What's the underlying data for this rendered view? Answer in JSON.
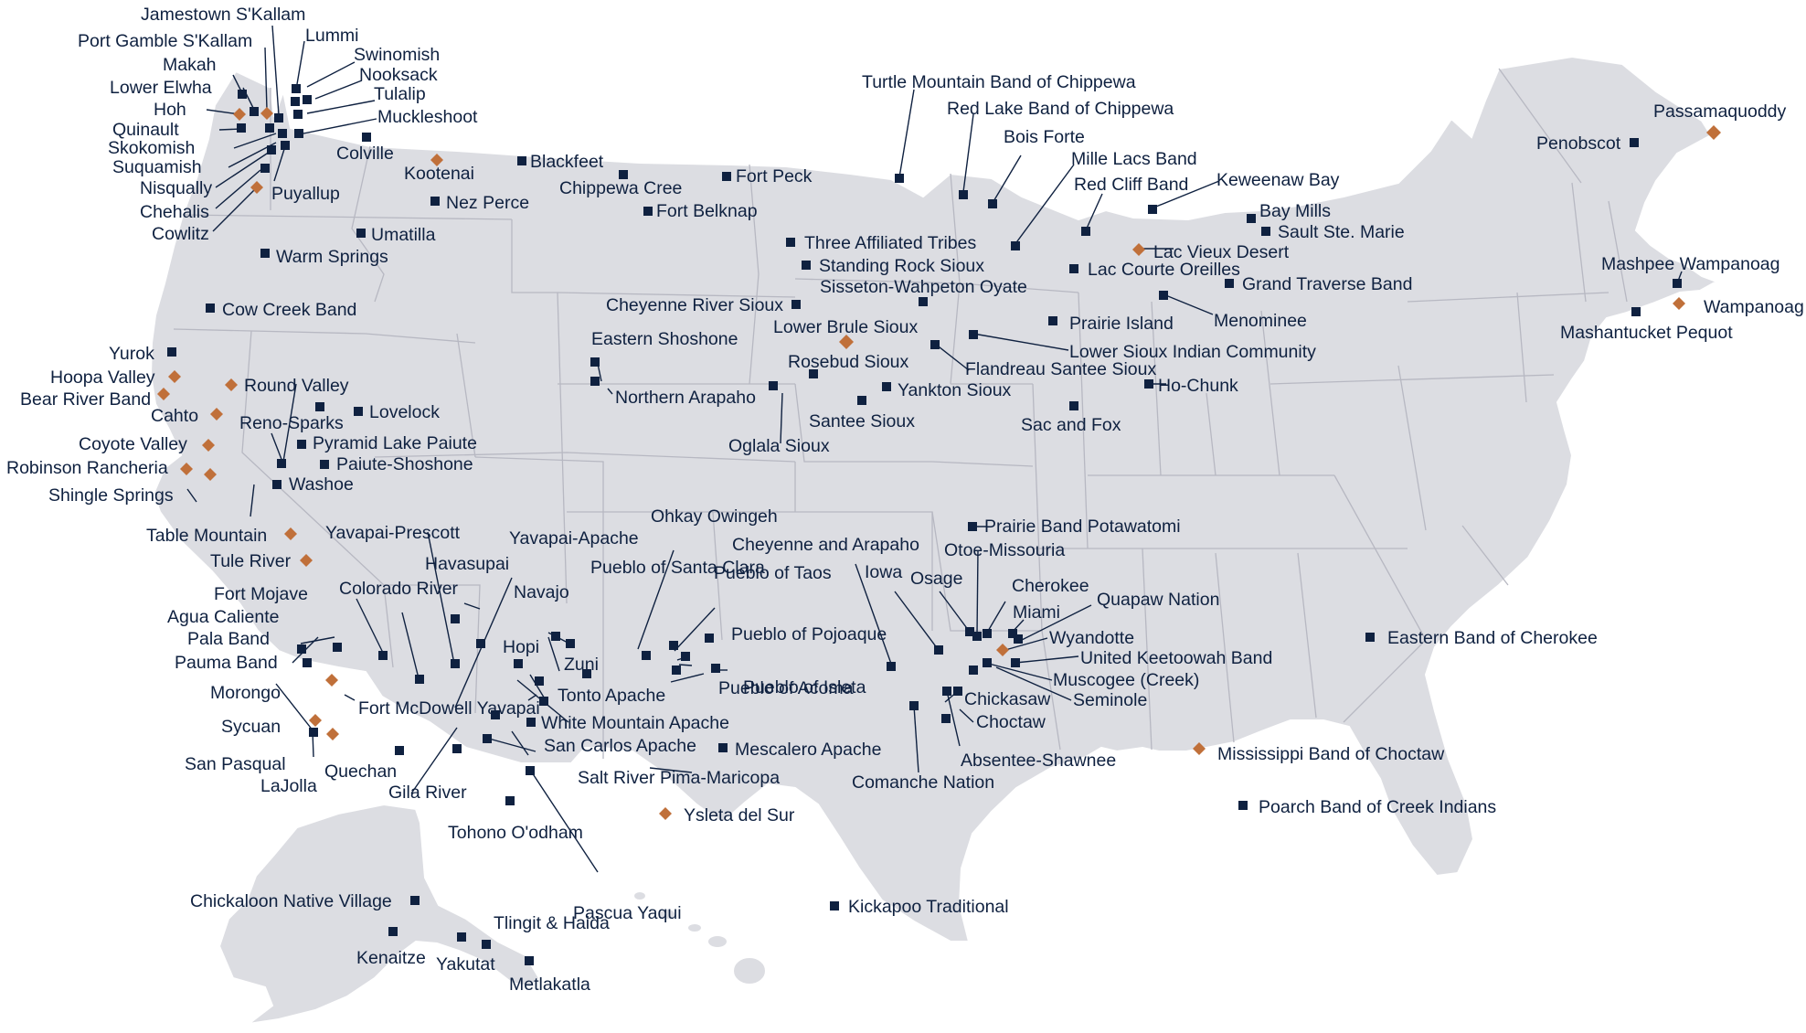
{
  "colors": {
    "land": "#dcdde2",
    "state_border": "#b7b8c2",
    "marker_square": "#0f2140",
    "marker_diamond": "#c0703a",
    "label_text": "#0f2140"
  },
  "legend_symbols": {
    "square": "square-marker",
    "diamond": "diamond-marker"
  },
  "markers": [
    {
      "name": "Jamestown S'Kallam",
      "shape": "square"
    },
    {
      "name": "Port Gamble S'Kallam",
      "shape": "diamond"
    },
    {
      "name": "Lummi",
      "shape": "square"
    },
    {
      "name": "Swinomish",
      "shape": "square"
    },
    {
      "name": "Makah",
      "shape": "square"
    },
    {
      "name": "Nooksack",
      "shape": "square"
    },
    {
      "name": "Lower Elwha",
      "shape": "square"
    },
    {
      "name": "Tulalip",
      "shape": "square"
    },
    {
      "name": "Hoh",
      "shape": "diamond"
    },
    {
      "name": "Muckleshoot",
      "shape": "square"
    },
    {
      "name": "Quinault",
      "shape": "square"
    },
    {
      "name": "Skokomish",
      "shape": "square"
    },
    {
      "name": "Colville",
      "shape": "square"
    },
    {
      "name": "Suquamish",
      "shape": "square"
    },
    {
      "name": "Nisqually",
      "shape": "square"
    },
    {
      "name": "Puyallup",
      "shape": "square"
    },
    {
      "name": "Chehalis",
      "shape": "diamond"
    },
    {
      "name": "Cowlitz",
      "shape": "square"
    },
    {
      "name": "Kootenai",
      "shape": "diamond"
    },
    {
      "name": "Blackfeet",
      "shape": "square"
    },
    {
      "name": "Chippewa Cree",
      "shape": "square"
    },
    {
      "name": "Fort Peck",
      "shape": "square"
    },
    {
      "name": "Fort Belknap",
      "shape": "square"
    },
    {
      "name": "Nez Perce",
      "shape": "square"
    },
    {
      "name": "Umatilla",
      "shape": "square"
    },
    {
      "name": "Warm Springs",
      "shape": "square"
    },
    {
      "name": "Cow Creek Band",
      "shape": "square"
    },
    {
      "name": "Yurok",
      "shape": "square"
    },
    {
      "name": "Hoopa Valley",
      "shape": "diamond"
    },
    {
      "name": "Bear River Band",
      "shape": "diamond"
    },
    {
      "name": "Round Valley",
      "shape": "diamond"
    },
    {
      "name": "Cahto",
      "shape": "diamond"
    },
    {
      "name": "Lovelock",
      "shape": "square"
    },
    {
      "name": "Reno-Sparks",
      "shape": "square"
    },
    {
      "name": "Coyote Valley",
      "shape": "diamond"
    },
    {
      "name": "Pyramid Lake Paiute",
      "shape": "square"
    },
    {
      "name": "Robinson Rancheria",
      "shape": "diamond"
    },
    {
      "name": "Paiute-Shoshone",
      "shape": "square"
    },
    {
      "name": "Shingle Springs",
      "shape": "diamond"
    },
    {
      "name": "Washoe",
      "shape": "square"
    },
    {
      "name": "Table Mountain",
      "shape": "diamond"
    },
    {
      "name": "Tule River",
      "shape": "diamond"
    },
    {
      "name": "Yavapai-Prescott",
      "shape": "square"
    },
    {
      "name": "Havasupai",
      "shape": "square"
    },
    {
      "name": "Yavapai-Apache",
      "shape": "square"
    },
    {
      "name": "Fort Mojave",
      "shape": "square"
    },
    {
      "name": "Colorado River",
      "shape": "square"
    },
    {
      "name": "Agua Caliente",
      "shape": "square"
    },
    {
      "name": "Pala Band",
      "shape": "square"
    },
    {
      "name": "Pauma Band",
      "shape": "square"
    },
    {
      "name": "Morongo",
      "shape": "diamond"
    },
    {
      "name": "Navajo",
      "shape": "square"
    },
    {
      "name": "Hopi",
      "shape": "square"
    },
    {
      "name": "Zuni",
      "shape": "square"
    },
    {
      "name": "Tonto Apache",
      "shape": "square"
    },
    {
      "name": "Fort McDowell Yavapai",
      "shape": "square"
    },
    {
      "name": "White Mountain Apache",
      "shape": "square"
    },
    {
      "name": "Sycuan",
      "shape": "diamond"
    },
    {
      "name": "San Pasqual",
      "shape": "square"
    },
    {
      "name": "LaJolla",
      "shape": "diamond"
    },
    {
      "name": "San Carlos Apache",
      "shape": "square"
    },
    {
      "name": "Quechan",
      "shape": "square"
    },
    {
      "name": "Gila River",
      "shape": "square"
    },
    {
      "name": "Salt River Pima-Maricopa",
      "shape": "square"
    },
    {
      "name": "Tohono O'odham",
      "shape": "square"
    },
    {
      "name": "Pascua Yaqui",
      "shape": "square"
    },
    {
      "name": "Ohkay Owingeh",
      "shape": "square"
    },
    {
      "name": "Pueblo of Santa Clara",
      "shape": "square"
    },
    {
      "name": "Pueblo of Taos",
      "shape": "square"
    },
    {
      "name": "Pueblo of Pojoaque",
      "shape": "square"
    },
    {
      "name": "Pueblo of Isleta",
      "shape": "square"
    },
    {
      "name": "Pueblo of Acoma",
      "shape": "square"
    },
    {
      "name": "Mescalero Apache",
      "shape": "square"
    },
    {
      "name": "Ysleta del Sur",
      "shape": "diamond"
    },
    {
      "name": "Turtle Mountain Band of Chippewa",
      "shape": "square"
    },
    {
      "name": "Red Lake Band of Chippewa",
      "shape": "square"
    },
    {
      "name": "Bois Forte",
      "shape": "square"
    },
    {
      "name": "Mille Lacs Band",
      "shape": "square"
    },
    {
      "name": "Red Cliff Band",
      "shape": "square"
    },
    {
      "name": "Keweenaw Bay",
      "shape": "square"
    },
    {
      "name": "Bay Mills",
      "shape": "square"
    },
    {
      "name": "Sault Ste. Marie",
      "shape": "square"
    },
    {
      "name": "Lac Vieux Desert",
      "shape": "diamond"
    },
    {
      "name": "Three Affiliated Tribes",
      "shape": "square"
    },
    {
      "name": "Standing Rock Sioux",
      "shape": "square"
    },
    {
      "name": "Lac Courte Oreilles",
      "shape": "square"
    },
    {
      "name": "Grand Traverse Band",
      "shape": "square"
    },
    {
      "name": "Sisseton-Wahpeton Oyate",
      "shape": "square"
    },
    {
      "name": "Cheyenne River Sioux",
      "shape": "square"
    },
    {
      "name": "Menominee",
      "shape": "square"
    },
    {
      "name": "Lower Brule Sioux",
      "shape": "diamond"
    },
    {
      "name": "Prairie Island",
      "shape": "square"
    },
    {
      "name": "Eastern Shoshone",
      "shape": "square"
    },
    {
      "name": "Lower Sioux Indian Community",
      "shape": "square"
    },
    {
      "name": "Rosebud Sioux",
      "shape": "square"
    },
    {
      "name": "Flandreau Santee Sioux",
      "shape": "square"
    },
    {
      "name": "Ho-Chunk",
      "shape": "square"
    },
    {
      "name": "Yankton Sioux",
      "shape": "square"
    },
    {
      "name": "Northern Arapaho",
      "shape": "square"
    },
    {
      "name": "Santee Sioux",
      "shape": "square"
    },
    {
      "name": "Sac and Fox",
      "shape": "square"
    },
    {
      "name": "Oglala Sioux",
      "shape": "square"
    },
    {
      "name": "Prairie Band Potawatomi",
      "shape": "square"
    },
    {
      "name": "Cheyenne and Arapaho",
      "shape": "square"
    },
    {
      "name": "Otoe-Missouria",
      "shape": "square"
    },
    {
      "name": "Iowa",
      "shape": "square"
    },
    {
      "name": "Osage",
      "shape": "square"
    },
    {
      "name": "Cherokee",
      "shape": "square"
    },
    {
      "name": "Quapaw Nation",
      "shape": "square"
    },
    {
      "name": "Miami",
      "shape": "square"
    },
    {
      "name": "Wyandotte",
      "shape": "diamond"
    },
    {
      "name": "United Keetoowah Band",
      "shape": "square"
    },
    {
      "name": "Muscogee (Creek)",
      "shape": "square"
    },
    {
      "name": "Seminole",
      "shape": "square"
    },
    {
      "name": "Chickasaw",
      "shape": "square"
    },
    {
      "name": "Choctaw",
      "shape": "square"
    },
    {
      "name": "Absentee-Shawnee",
      "shape": "square"
    },
    {
      "name": "Comanche Nation",
      "shape": "square"
    },
    {
      "name": "Kickapoo Traditional",
      "shape": "square"
    },
    {
      "name": "Eastern Band of Cherokee",
      "shape": "square"
    },
    {
      "name": "Mississippi Band of Choctaw",
      "shape": "diamond"
    },
    {
      "name": "Poarch Band of Creek Indians",
      "shape": "square"
    },
    {
      "name": "Penobscot",
      "shape": "square"
    },
    {
      "name": "Passamaquoddy",
      "shape": "diamond"
    },
    {
      "name": "Mashpee Wampanoag",
      "shape": "square"
    },
    {
      "name": "Wampanoag",
      "shape": "diamond"
    },
    {
      "name": "Mashantucket Pequot",
      "shape": "square"
    },
    {
      "name": "Chickaloon Native Village",
      "shape": "square"
    },
    {
      "name": "Kenaitze",
      "shape": "square"
    },
    {
      "name": "Yakutat",
      "shape": "square"
    },
    {
      "name": "Tlingit & Haida",
      "shape": "square"
    },
    {
      "name": "Metlakatla",
      "shape": "square"
    }
  ]
}
